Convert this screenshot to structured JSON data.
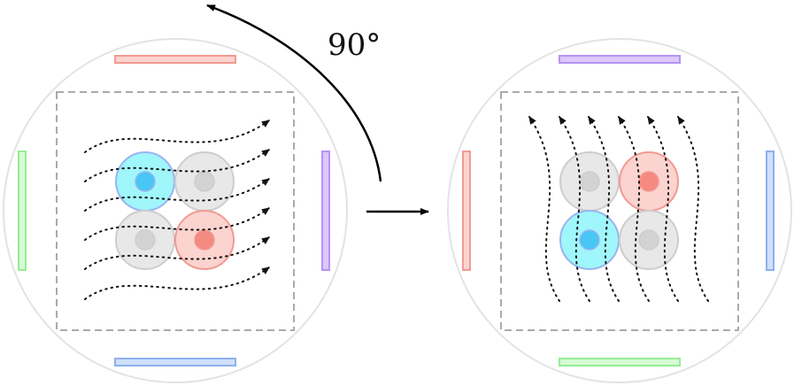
{
  "rotation_label": "90°",
  "colors": {
    "disk_stroke": "#e3e3e3",
    "box_stroke": "#aaaaaa",
    "arrow": "#000000",
    "flow_line": "#111111",
    "red_fill": "#fbd3cf",
    "red_stroke": "#f19a92",
    "red_core": "#f58a80",
    "purple_fill": "#dcc8fb",
    "purple_stroke": "#b593f3",
    "green_fill": "#d6fbd6",
    "green_stroke": "#96ec96",
    "blue_fill": "#cfe0fb",
    "blue_stroke": "#8fb0ee",
    "cyan_fill": "#9ff6fb",
    "cyan_stroke": "#9ab4f0",
    "cyan_core": "#48c6f4",
    "gray_fill": "#e8e8e8",
    "gray_stroke": "#cdcdcd",
    "gray_core": "#d3d3d3"
  },
  "panels": [
    {
      "id": "before",
      "edges": {
        "top": "red",
        "right": "purple",
        "bottom": "blue",
        "left": "green"
      },
      "flow": "right",
      "cells": [
        "cyan",
        "gray",
        "gray",
        "red"
      ]
    },
    {
      "id": "after",
      "edges": {
        "top": "purple",
        "right": "blue",
        "bottom": "green",
        "left": "red"
      },
      "flow": "up",
      "cells": [
        "gray",
        "red",
        "cyan",
        "gray"
      ]
    }
  ]
}
